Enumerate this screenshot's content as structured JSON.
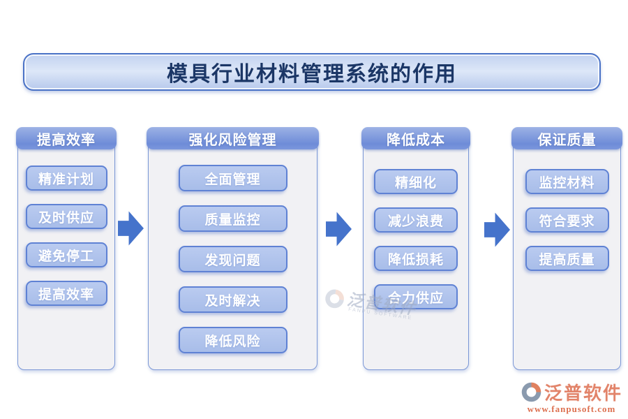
{
  "title": "模具行业材料管理系统的作用",
  "columns": [
    {
      "header": "提高效率",
      "items": [
        "精准计划",
        "及时供应",
        "避免停工",
        "提高效率"
      ]
    },
    {
      "header": "强化风险管理",
      "items": [
        "全面管理",
        "质量监控",
        "发现问题",
        "及时解决",
        "降低风险"
      ]
    },
    {
      "header": "降低成本",
      "items": [
        "精细化",
        "减少浪费",
        "降低损耗",
        "合力供应"
      ]
    },
    {
      "header": "保证质量",
      "items": [
        "监控材料",
        "符合要求",
        "提高质量"
      ]
    }
  ],
  "icons": {
    "flow_arrow": "right-block-arrow"
  },
  "watermark": {
    "brand": "泛普软件",
    "brand_en": "FANPU SOFTWARE"
  },
  "footer_logo": {
    "brand": "泛普软件",
    "url": "www.fanpusoft.com"
  },
  "colors": {
    "accent_blue": "#4a72c6",
    "header_blue": "#6e8cd8",
    "pill_fill": "#aec3ea",
    "panel_fill": "#f1f1f4",
    "arrow_blue": "#4573cb",
    "title_text": "#1b3666",
    "brand_orange": "#e2846a"
  }
}
